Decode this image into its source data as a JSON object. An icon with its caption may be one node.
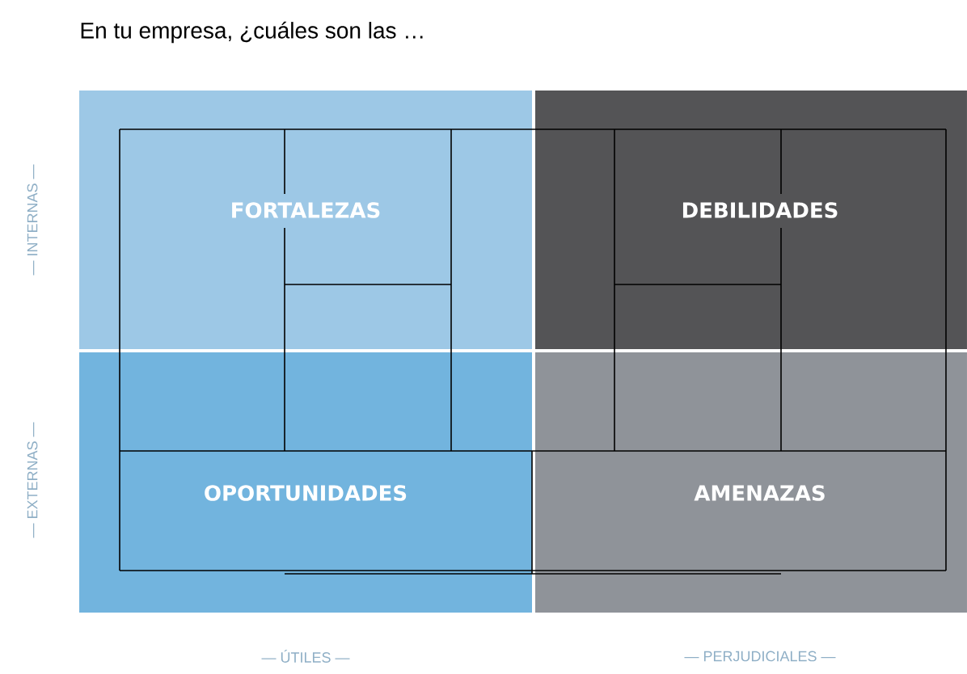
{
  "diagram": {
    "title": "En tu empresa, ¿cuáles son las …",
    "nodes": [
      {
        "text": [
          "FORTALEZAS"
        ]
      },
      {
        "text": [
          "DEBILIDADES"
        ]
      },
      {
        "text": [
          "OPORTUNIDADES"
        ]
      },
      {
        "text": [
          "AMENAZAS"
        ]
      }
    ],
    "labels": [
      "— INTERNAS —",
      "— EXTERNAS —",
      "— ÚTILES —",
      "— PERJUDICIALES —"
    ]
  }
}
